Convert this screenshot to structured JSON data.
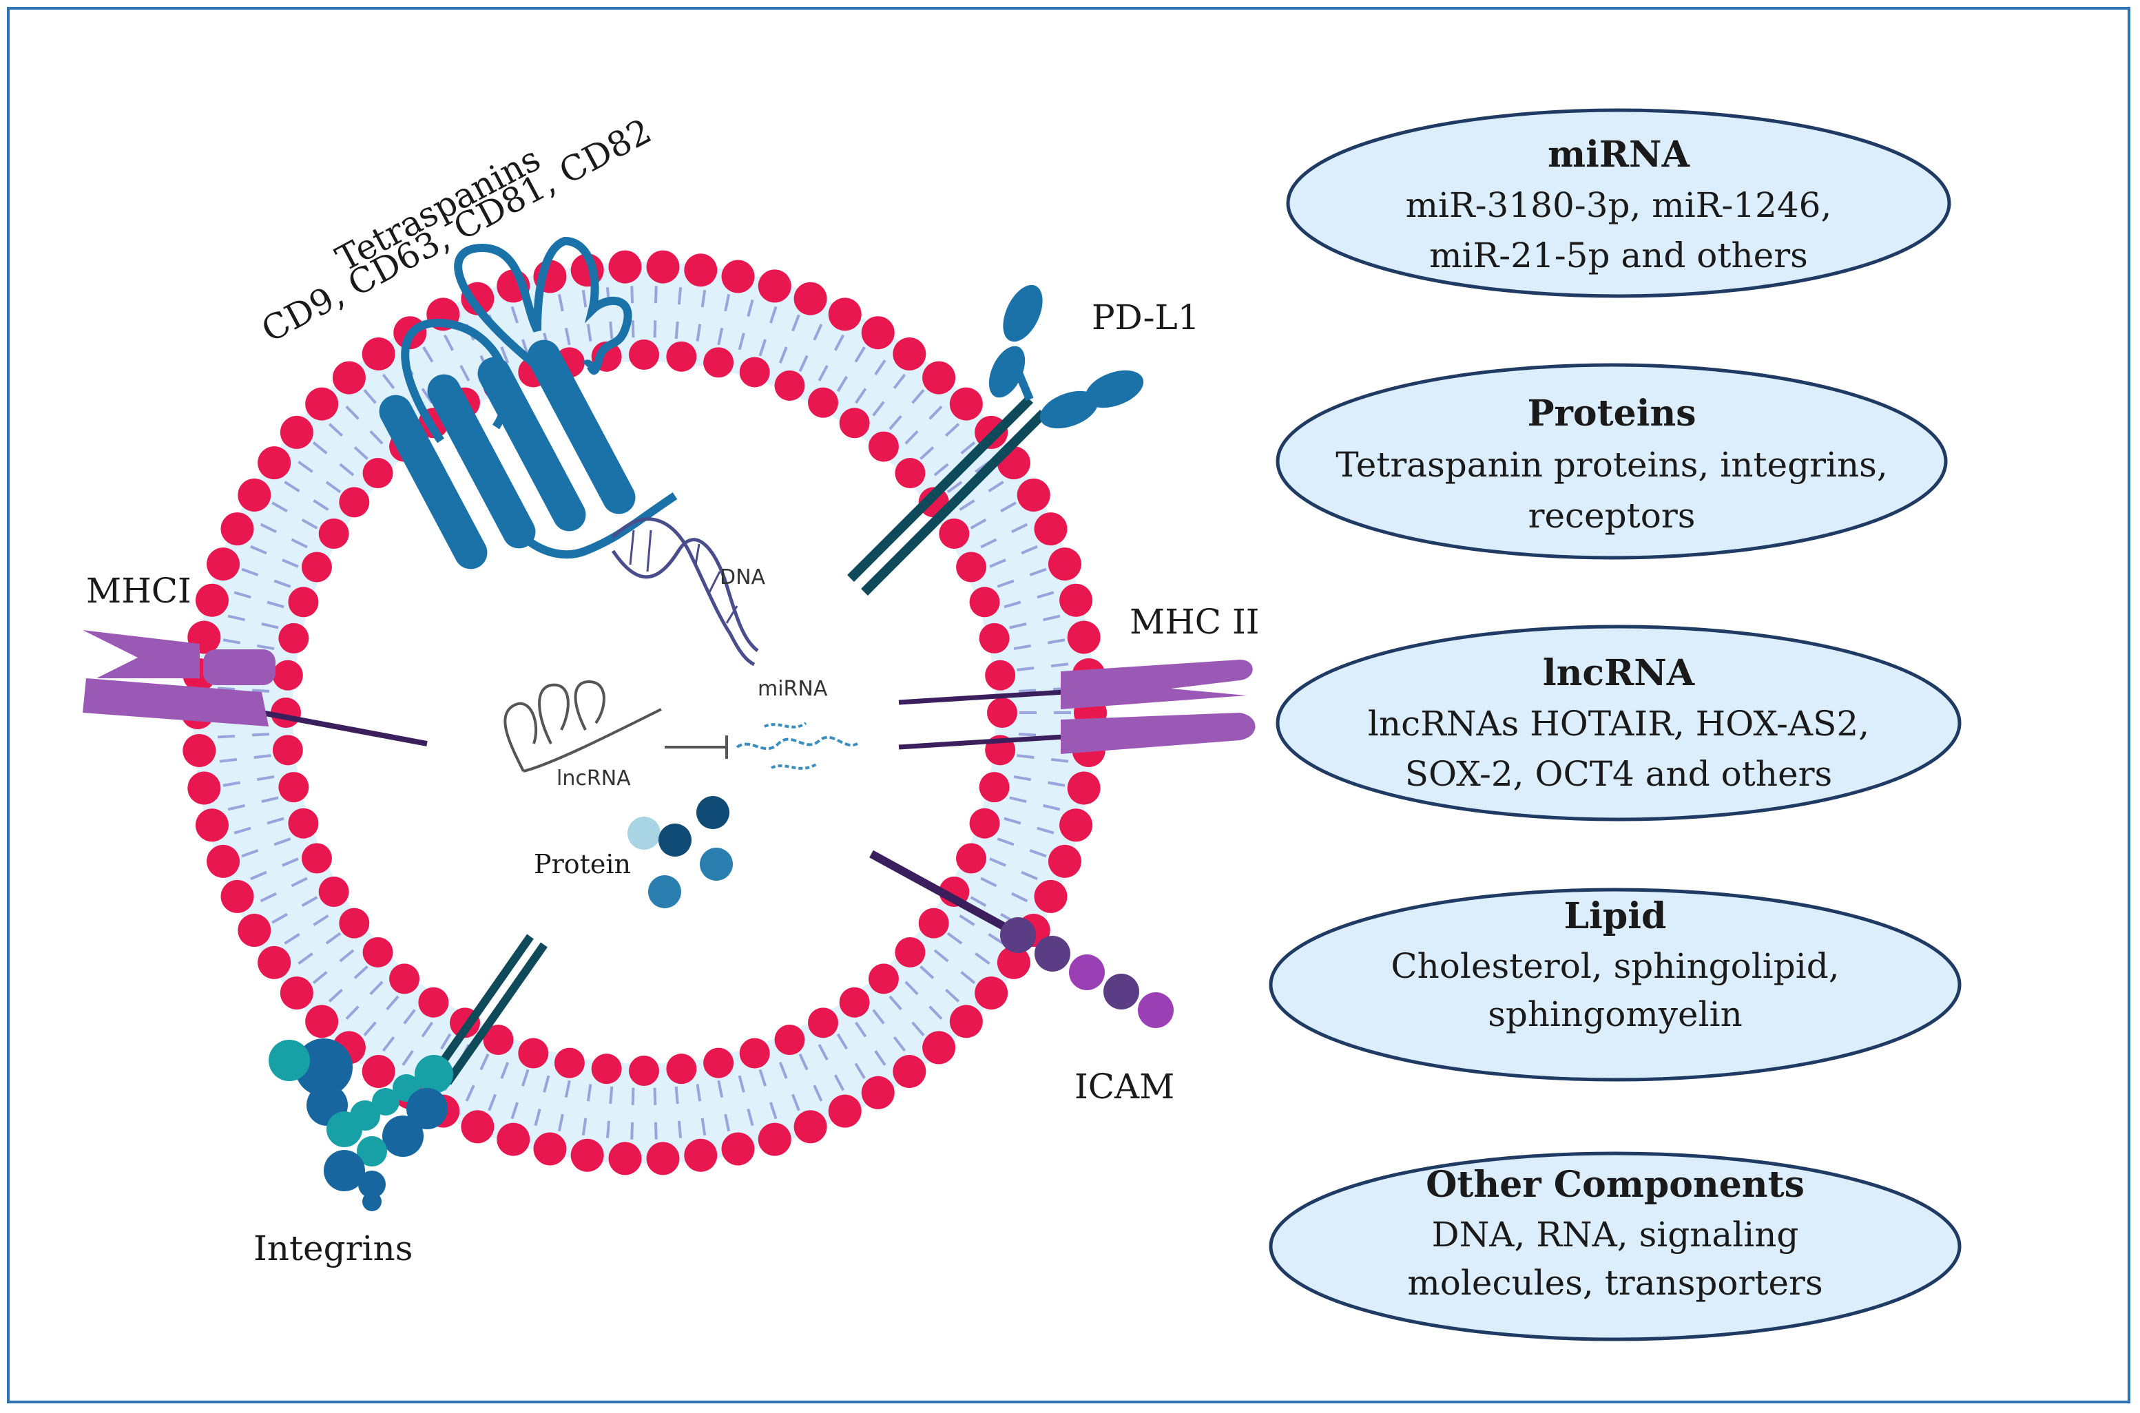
{
  "colors": {
    "frame_border": "#2e74b5",
    "head_group": "#e8174f",
    "bilayer_fill": "#dff2fb",
    "lipid_tail": "#9aa4dc",
    "tetraspanin": "#1a72a8",
    "mhc": "#9b59b6",
    "icam_dark": "#5b3d86",
    "icam_light": "#9b3fb5",
    "integrin_teal": "#17a0a6",
    "integrin_blue": "#1766a0",
    "pdl1": "#1a72a8",
    "ellipse_fill": "#dceefb",
    "ellipse_stroke": "#1f3a63"
  },
  "vesicle": {
    "labels": {
      "tetraspanins_line1": "Tetraspanins",
      "tetraspanins_line2": "CD9, CD63, CD81, CD82",
      "pdl1": "PD-L1",
      "mhc1": "MHCI",
      "mhc2": "MHC II",
      "icam": "ICAM",
      "integrins": "Integrins"
    },
    "cargo": {
      "dna": "DNA",
      "mirna": "miRNA",
      "lncrna": "lncRNA",
      "protein": "Protein"
    }
  },
  "components": [
    {
      "title": "miRNA",
      "lines": [
        "miR-3180-3p, miR-1246,",
        "miR-21-5p and others"
      ]
    },
    {
      "title": "Proteins",
      "lines": [
        "Tetraspanin proteins, integrins,",
        "receptors"
      ]
    },
    {
      "title": "lncRNA",
      "lines": [
        "lncRNAs HOTAIR, HOX-AS2,",
        "SOX-2, OCT4 and others"
      ]
    },
    {
      "title": "Lipid",
      "lines": [
        "Cholesterol, sphingolipid,",
        "sphingomyelin"
      ]
    },
    {
      "title": "Other Components",
      "lines": [
        "DNA, RNA, signaling",
        "molecules, transporters"
      ]
    }
  ]
}
